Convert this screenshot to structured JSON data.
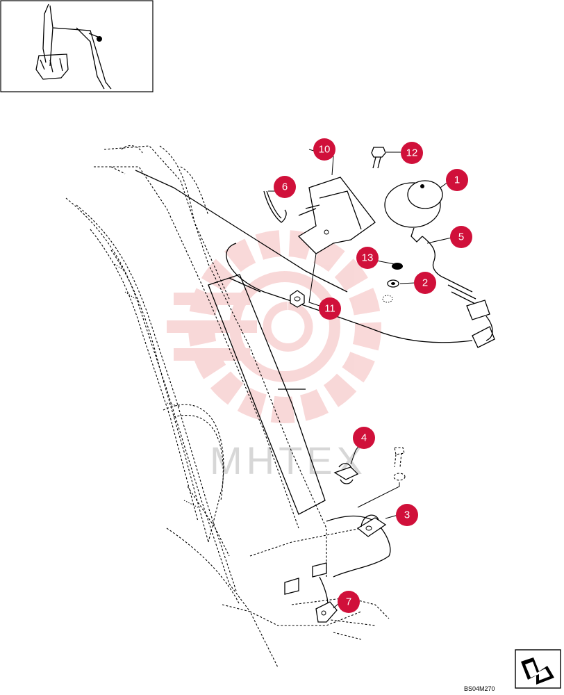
{
  "drawing_code": "BS04M270",
  "watermark": {
    "text": "МНТЕХ",
    "color": "#f6c6c6"
  },
  "accent_color": "#d0103a",
  "callouts": [
    {
      "id": "c1",
      "label": "1"
    },
    {
      "id": "c2",
      "label": "2"
    },
    {
      "id": "c3",
      "label": "3"
    },
    {
      "id": "c4",
      "label": "4"
    },
    {
      "id": "c5",
      "label": "5"
    },
    {
      "id": "c6",
      "label": "6"
    },
    {
      "id": "c7",
      "label": "7"
    },
    {
      "id": "c10",
      "label": "10"
    },
    {
      "id": "c11",
      "label": "11"
    },
    {
      "id": "c12",
      "label": "12"
    },
    {
      "id": "c13",
      "label": "13"
    }
  ]
}
